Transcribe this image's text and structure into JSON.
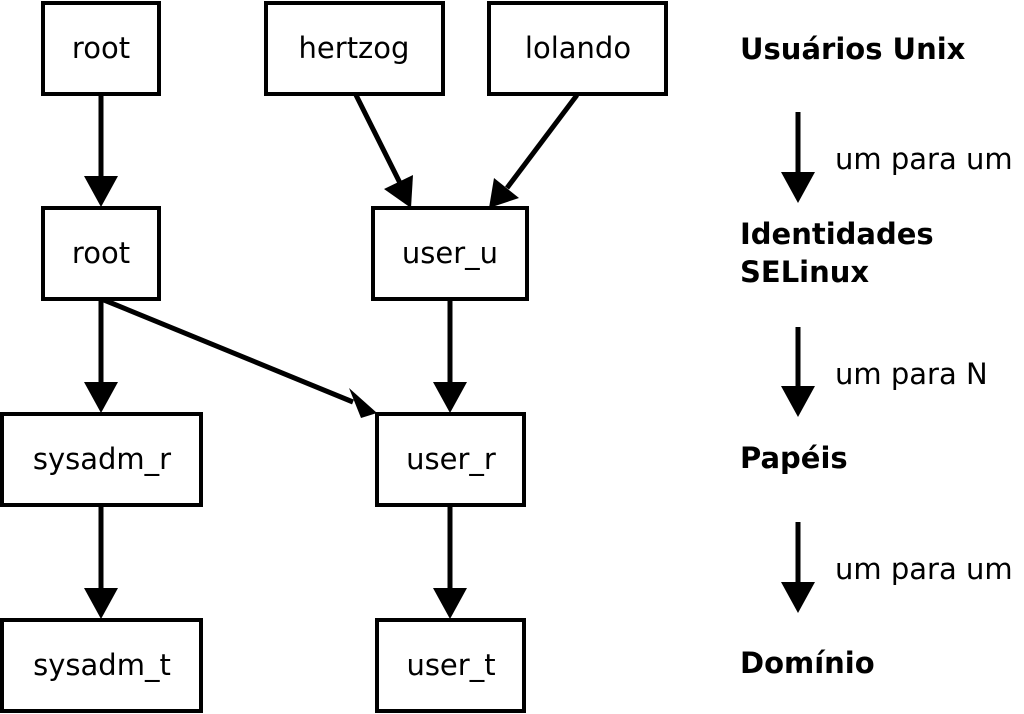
{
  "boxes": {
    "root_user": "root",
    "hertzog": "hertzog",
    "lolando": "lolando",
    "root_identity": "root",
    "user_u": "user_u",
    "sysadm_r": "sysadm_r",
    "user_r": "user_r",
    "sysadm_t": "sysadm_t",
    "user_t": "user_t"
  },
  "levels": {
    "unix_users": "Usuários Unix",
    "selinux_identities_line1": "Identidades",
    "selinux_identities_line2": "SELinux",
    "roles": "Papéis",
    "domain": "Domínio"
  },
  "relations": {
    "users_to_identities": "um para um",
    "identities_to_roles": "um para N",
    "roles_to_domain": "um para um"
  },
  "edges": [
    {
      "from": "root_user",
      "to": "root_identity"
    },
    {
      "from": "hertzog",
      "to": "user_u"
    },
    {
      "from": "lolando",
      "to": "user_u"
    },
    {
      "from": "root_identity",
      "to": "sysadm_r"
    },
    {
      "from": "root_identity",
      "to": "user_r"
    },
    {
      "from": "user_u",
      "to": "user_r"
    },
    {
      "from": "sysadm_r",
      "to": "sysadm_t"
    },
    {
      "from": "user_r",
      "to": "user_t"
    }
  ]
}
